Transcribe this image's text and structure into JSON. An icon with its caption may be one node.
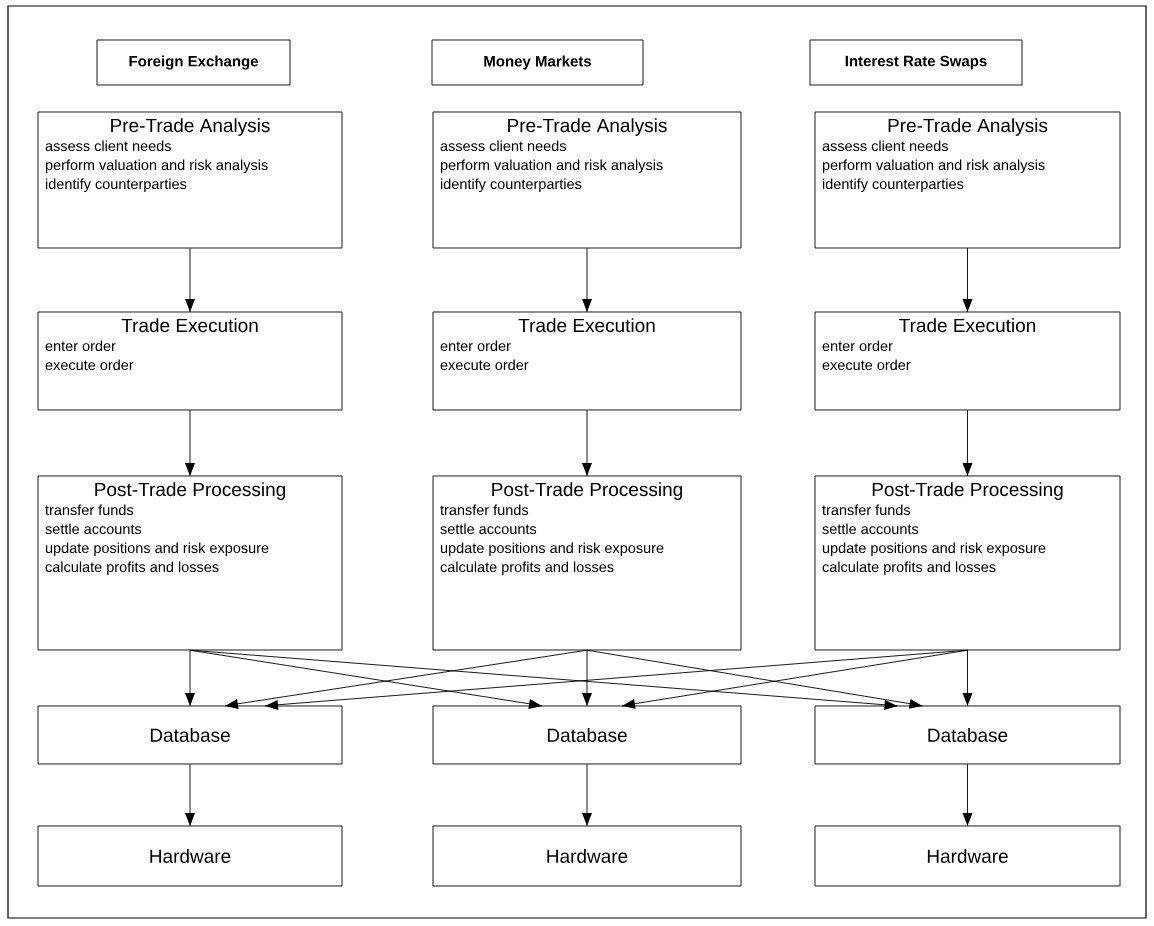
{
  "diagram": {
    "nodes": [
      {
        "text": [
          "Foreign Exchange"
        ]
      },
      {
        "text": [
          "Money Markets"
        ]
      },
      {
        "text": [
          "Interest Rate Swaps"
        ]
      },
      {
        "text": [
          "Pre-Trade Analysis",
          "assess client needs",
          "perform valuation and risk analysis",
          "identify counterparties"
        ]
      },
      {
        "text": [
          "Pre-Trade Analysis",
          "assess client needs",
          "perform valuation and risk analysis",
          "identify counterparties"
        ]
      },
      {
        "text": [
          "Pre-Trade Analysis",
          "assess client needs",
          "perform valuation and risk analysis",
          "identify counterparties"
        ]
      },
      {
        "text": [
          "Trade Execution",
          "enter order",
          "execute order"
        ]
      },
      {
        "text": [
          "Trade Execution",
          "enter order",
          "execute order"
        ]
      },
      {
        "text": [
          "Trade Execution",
          "enter order",
          "execute order"
        ]
      },
      {
        "text": [
          "Post-Trade Processing",
          "transfer funds",
          "settle accounts",
          "update positions and risk exposure",
          "calculate profits and losses"
        ]
      },
      {
        "text": [
          "Post-Trade Processing",
          "transfer funds",
          "settle accounts",
          "update positions and risk exposure",
          "calculate profits and losses"
        ]
      },
      {
        "text": [
          "Post-Trade Processing",
          "transfer funds",
          "settle accounts",
          "update positions and risk exposure",
          "calculate profits and losses"
        ]
      },
      {
        "text": [
          "Database"
        ]
      },
      {
        "text": [
          "Database"
        ]
      },
      {
        "text": [
          "Database"
        ]
      },
      {
        "text": [
          "Hardware"
        ]
      },
      {
        "text": [
          "Hardware"
        ]
      },
      {
        "text": [
          "Hardware"
        ]
      }
    ],
    "edges": [
      {
        "from": 3,
        "to": 6,
        "arrow": "to"
      },
      {
        "from": 4,
        "to": 7,
        "arrow": "to"
      },
      {
        "from": 5,
        "to": 8,
        "arrow": "to"
      },
      {
        "from": 6,
        "to": 9,
        "arrow": "to"
      },
      {
        "from": 7,
        "to": 10,
        "arrow": "to"
      },
      {
        "from": 8,
        "to": 11,
        "arrow": "to"
      },
      {
        "from": 9,
        "to": 12,
        "arrow": "to"
      },
      {
        "from": 9,
        "to": 13,
        "arrow": "to"
      },
      {
        "from": 9,
        "to": 14,
        "arrow": "to"
      },
      {
        "from": 10,
        "to": 12,
        "arrow": "to"
      },
      {
        "from": 10,
        "to": 13,
        "arrow": "to"
      },
      {
        "from": 10,
        "to": 14,
        "arrow": "to"
      },
      {
        "from": 11,
        "to": 12,
        "arrow": "to"
      },
      {
        "from": 11,
        "to": 13,
        "arrow": "to"
      },
      {
        "from": 11,
        "to": 14,
        "arrow": "to"
      },
      {
        "from": 12,
        "to": 15,
        "arrow": "to"
      },
      {
        "from": 13,
        "to": 16,
        "arrow": "to"
      },
      {
        "from": 14,
        "to": 17,
        "arrow": "to"
      }
    ]
  }
}
